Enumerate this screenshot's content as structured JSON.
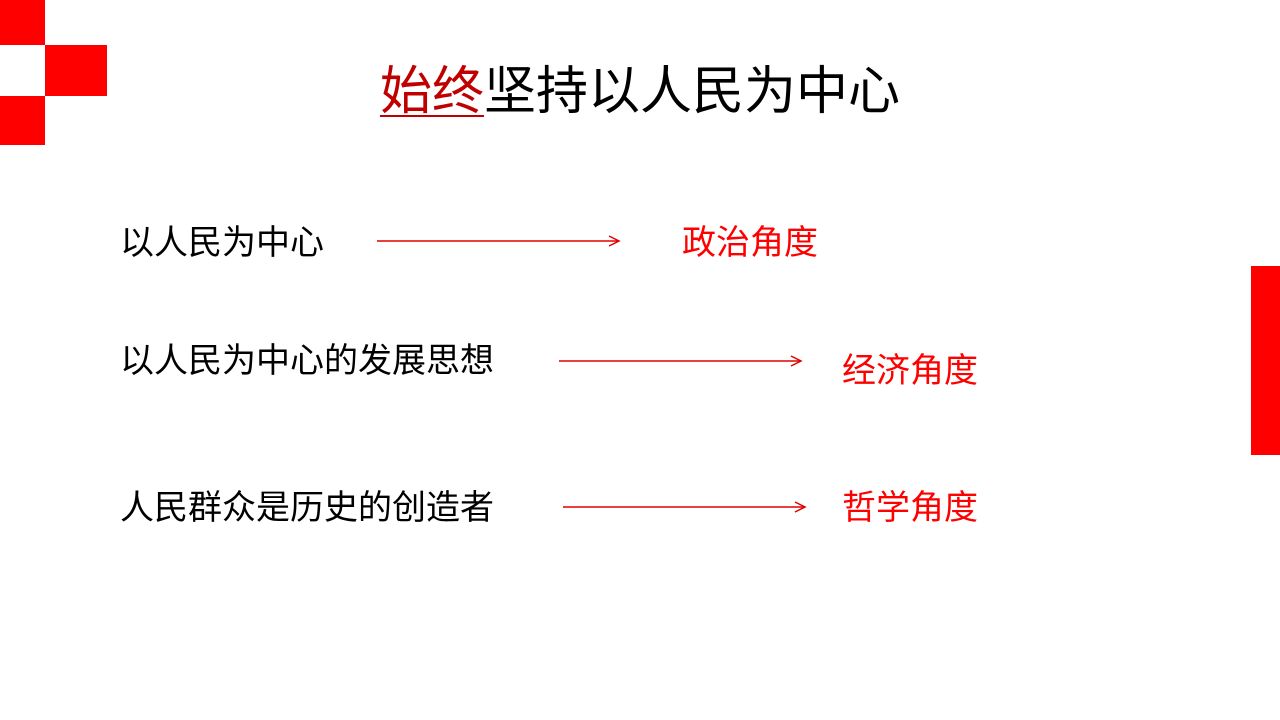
{
  "title": {
    "accent": "始终",
    "rest": "坚持以人民为中心"
  },
  "rows": [
    {
      "left": "以人民为中心",
      "right": "政治角度"
    },
    {
      "left": "以人民为中心的发展思想",
      "right": "经济角度"
    },
    {
      "left": "人民群众是历史的创造者",
      "right": "哲学角度"
    }
  ],
  "colors": {
    "accent_red": "#ff0000",
    "title_accent": "#c00000"
  }
}
